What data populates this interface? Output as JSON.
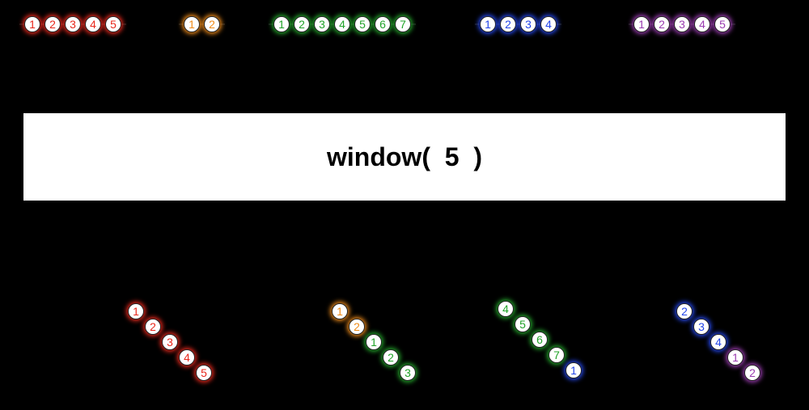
{
  "operator": {
    "label": "window(  5  )"
  },
  "colors": {
    "red": "#e8281c",
    "orange": "#f08c1a",
    "green": "#22a32a",
    "blue": "#2446e8",
    "purple": "#9a3cb0"
  },
  "input_groups": [
    {
      "color": "red",
      "items": [
        "1",
        "2",
        "3",
        "4",
        "5"
      ]
    },
    {
      "color": "orange",
      "items": [
        "1",
        "2"
      ]
    },
    {
      "color": "green",
      "items": [
        "1",
        "2",
        "3",
        "4",
        "5",
        "6",
        "7"
      ]
    },
    {
      "color": "blue",
      "items": [
        "1",
        "2",
        "3",
        "4"
      ]
    },
    {
      "color": "purple",
      "items": [
        "1",
        "2",
        "3",
        "4",
        "5"
      ]
    }
  ],
  "output_windows": [
    {
      "items": [
        {
          "label": "1",
          "color": "red"
        },
        {
          "label": "2",
          "color": "red"
        },
        {
          "label": "3",
          "color": "red"
        },
        {
          "label": "4",
          "color": "red"
        },
        {
          "label": "5",
          "color": "red"
        }
      ]
    },
    {
      "items": [
        {
          "label": "1",
          "color": "orange"
        },
        {
          "label": "2",
          "color": "orange"
        },
        {
          "label": "1",
          "color": "green"
        },
        {
          "label": "2",
          "color": "green"
        },
        {
          "label": "3",
          "color": "green"
        }
      ]
    },
    {
      "items": [
        {
          "label": "4",
          "color": "green"
        },
        {
          "label": "5",
          "color": "green"
        },
        {
          "label": "6",
          "color": "green"
        },
        {
          "label": "7",
          "color": "green"
        },
        {
          "label": "1",
          "color": "blue"
        }
      ]
    },
    {
      "items": [
        {
          "label": "2",
          "color": "blue"
        },
        {
          "label": "3",
          "color": "blue"
        },
        {
          "label": "4",
          "color": "blue"
        },
        {
          "label": "1",
          "color": "purple"
        },
        {
          "label": "2",
          "color": "purple"
        }
      ]
    }
  ]
}
